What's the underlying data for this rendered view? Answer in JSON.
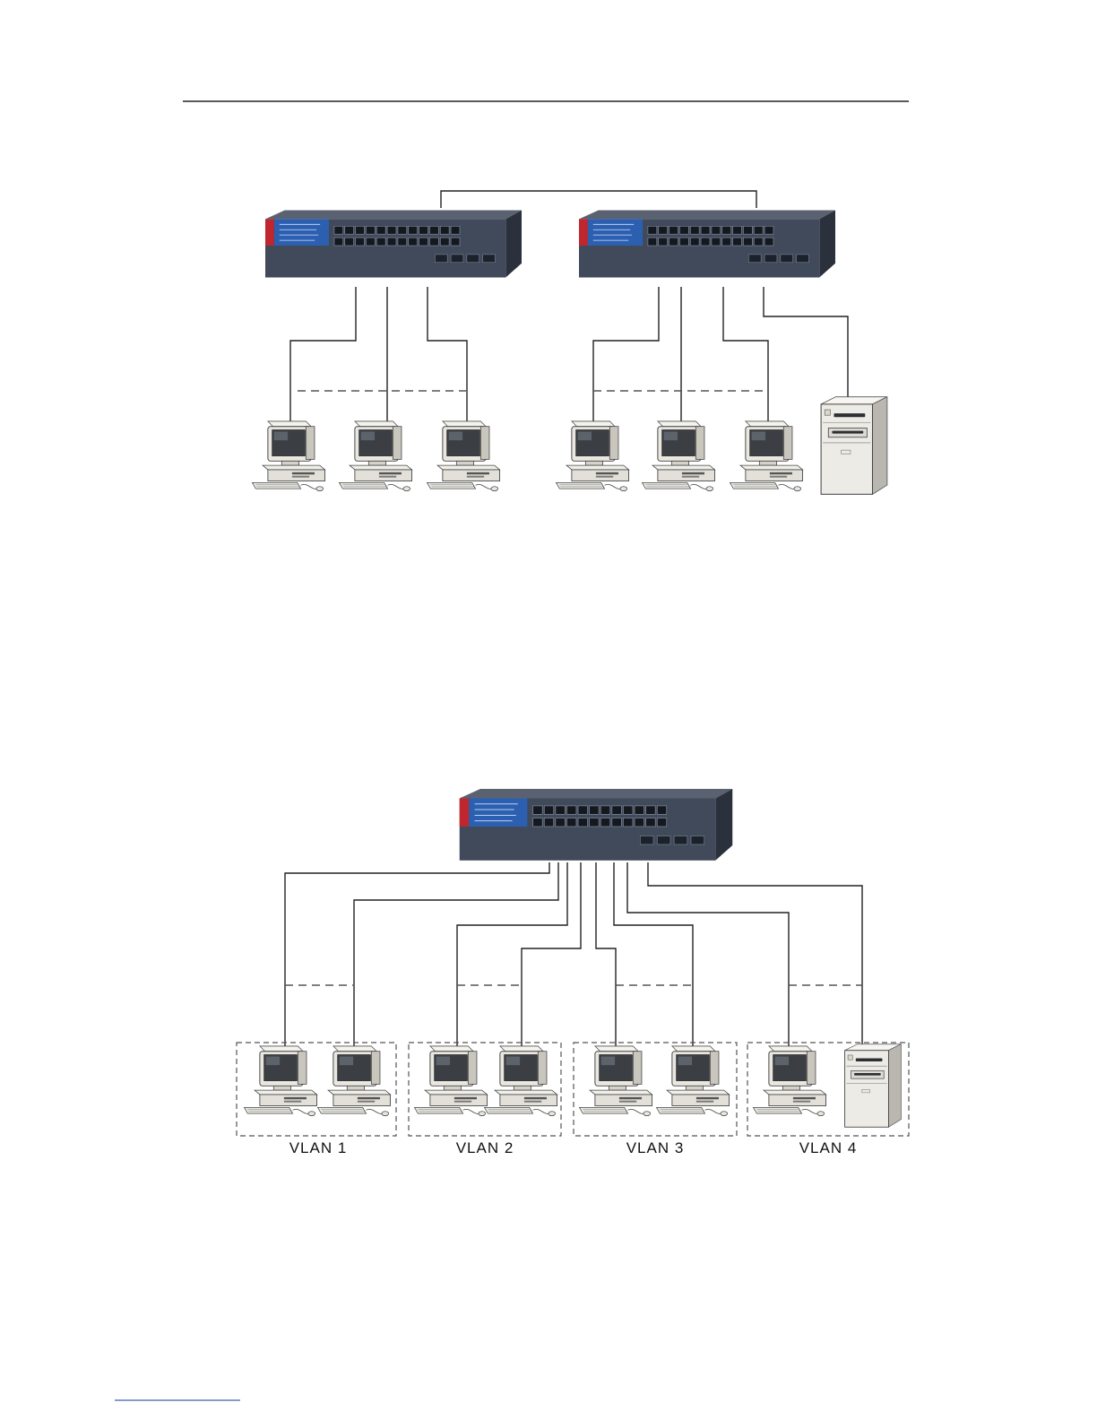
{
  "figure1": {
    "switches": [
      "switch",
      "switch"
    ],
    "pc_count_left": 3,
    "pc_count_right": 3,
    "server_count": 1
  },
  "figure2": {
    "switches": [
      "switch"
    ],
    "vlans": [
      {
        "label": "VLAN 1",
        "devices": [
          "pc",
          "pc"
        ]
      },
      {
        "label": "VLAN 2",
        "devices": [
          "pc",
          "pc"
        ]
      },
      {
        "label": "VLAN 3",
        "devices": [
          "pc",
          "pc"
        ]
      },
      {
        "label": "VLAN 4",
        "devices": [
          "pc",
          "server"
        ]
      }
    ]
  },
  "colors": {
    "switch_body": "#3d4657",
    "switch_panel": "#2c5fb0",
    "brand_red": "#c0262d",
    "device_beige": "#e9e7e0"
  }
}
